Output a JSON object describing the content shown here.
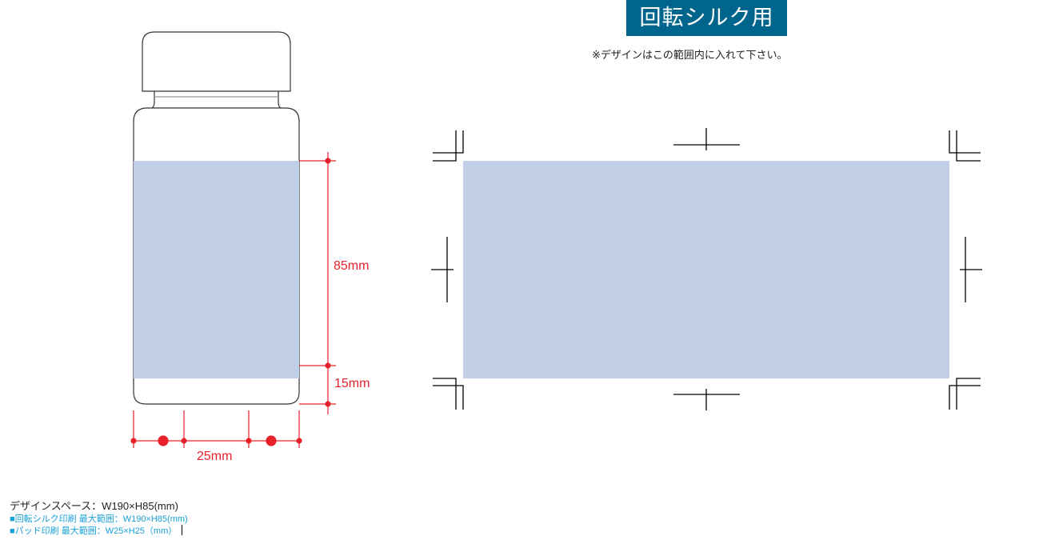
{
  "header": {
    "title": "回転シルク用",
    "note": "※デザインはこの範囲内に入れて下さい。",
    "title_bg_color": "#00658c"
  },
  "bottle": {
    "dimensions": {
      "print_height": "85mm",
      "bottom_margin": "15mm",
      "pad_width": "25mm"
    },
    "print_area_color": "#c1d0e6",
    "dimension_color": "#e8202a"
  },
  "print_template": {
    "area_color": "#c1d0e6",
    "crop_mark_color": "#000000"
  },
  "footer": {
    "design_space": "デザインスペース：W190×H85(mm)",
    "rotary_silk": "■回転シルク印刷 最大範囲：W190×H85(mm)",
    "pad_print": "■パッド印刷 最大範囲：W25×H25（mm）"
  }
}
